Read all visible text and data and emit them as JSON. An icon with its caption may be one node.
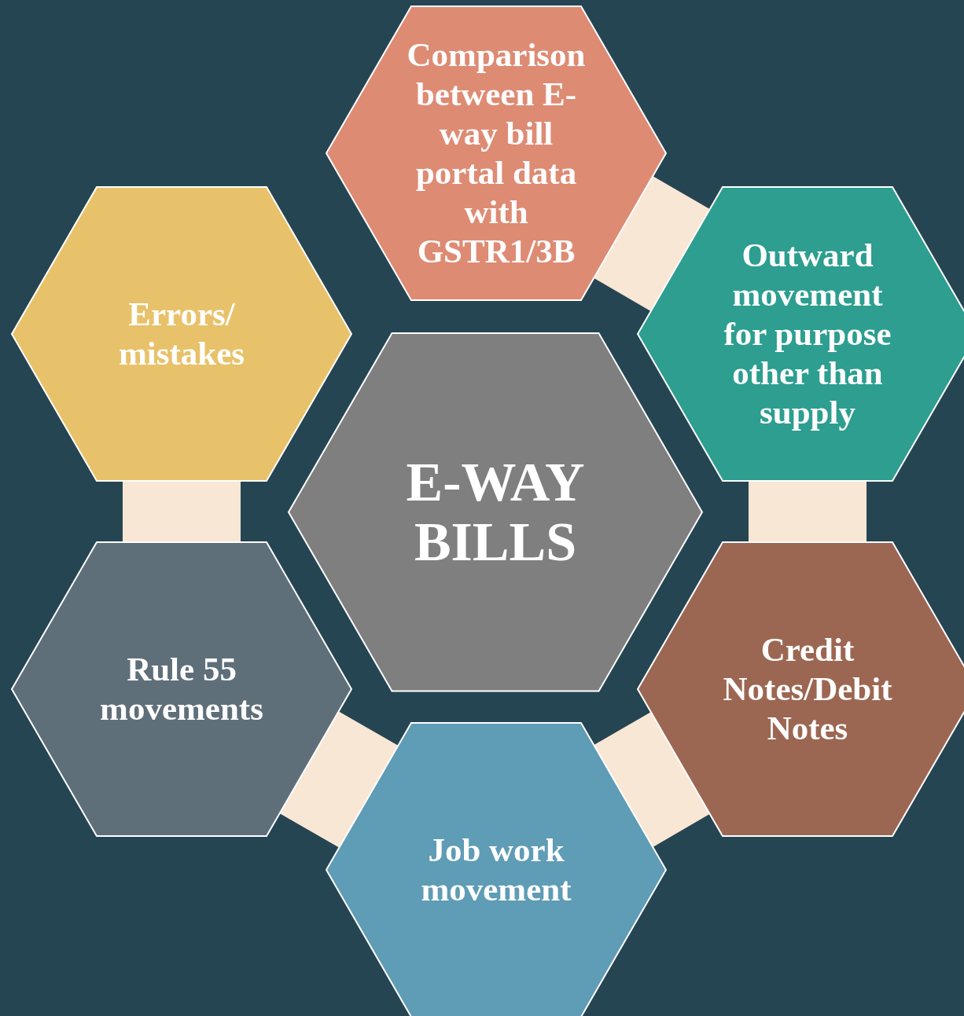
{
  "diagram": {
    "nodes": [
      {
        "text": [
          "E-WAY BILLS"
        ]
      },
      {
        "text": [
          "Comparison between E-way bill portal data with GSTR1/3B"
        ]
      },
      {
        "text": [
          "Outward movement for purpose other than supply"
        ]
      },
      {
        "text": [
          "Credit Notes/Debit Notes"
        ]
      },
      {
        "text": [
          "Job work movement"
        ]
      },
      {
        "text": [
          "Rule 55 movements"
        ]
      },
      {
        "text": [
          "Errors/ mistakes"
        ]
      }
    ],
    "edges": [
      {
        "from": 1,
        "to": 2,
        "arrow": "none"
      },
      {
        "from": 2,
        "to": 3,
        "arrow": "none"
      },
      {
        "from": 3,
        "to": 4,
        "arrow": "none"
      },
      {
        "from": 4,
        "to": 5,
        "arrow": "none"
      },
      {
        "from": 5,
        "to": 6,
        "arrow": "none"
      }
    ]
  }
}
